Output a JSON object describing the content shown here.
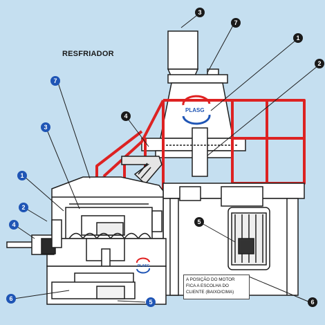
{
  "title": "RESFRIADOR",
  "motor_note": {
    "line1": "A POSIÇÃO DO MOTOR",
    "line2": "FICA A ESCOLHA DO",
    "line3": "CLIENTE (BAIXO/CIMA)"
  },
  "brand": "PLASG",
  "callouts": [
    {
      "id": "callout-3-top",
      "number": "3",
      "style": "dark"
    },
    {
      "id": "callout-7-top",
      "number": "7",
      "style": "dark"
    },
    {
      "id": "callout-1-top",
      "number": "1",
      "style": "dark"
    },
    {
      "id": "callout-2-top",
      "number": "2",
      "style": "dark"
    },
    {
      "id": "callout-4-mid",
      "number": "4",
      "style": "dark"
    },
    {
      "id": "callout-5-right",
      "number": "5",
      "style": "dark"
    },
    {
      "id": "callout-6-bottom-right",
      "number": "6",
      "style": "dark"
    },
    {
      "id": "callout-5-bottom",
      "number": "5",
      "style": "blue"
    },
    {
      "id": "callout-7-left",
      "number": "7",
      "style": "blue"
    },
    {
      "id": "callout-3-left",
      "number": "3",
      "style": "blue"
    },
    {
      "id": "callout-1-left",
      "number": "1",
      "style": "blue"
    },
    {
      "id": "callout-2-left",
      "number": "2",
      "style": "blue"
    },
    {
      "id": "callout-4-left",
      "number": "4",
      "style": "blue"
    },
    {
      "id": "callout-6-left",
      "number": "6",
      "style": "blue"
    }
  ],
  "colors": {
    "background": "#c5dff0",
    "outline": "#1e1e1e",
    "frame_red": "#dd2222",
    "callout_dark": "#1a1a1a",
    "callout_blue": "#1f55b5",
    "logo_red": "#e02020",
    "logo_blue": "#1f55b5"
  }
}
